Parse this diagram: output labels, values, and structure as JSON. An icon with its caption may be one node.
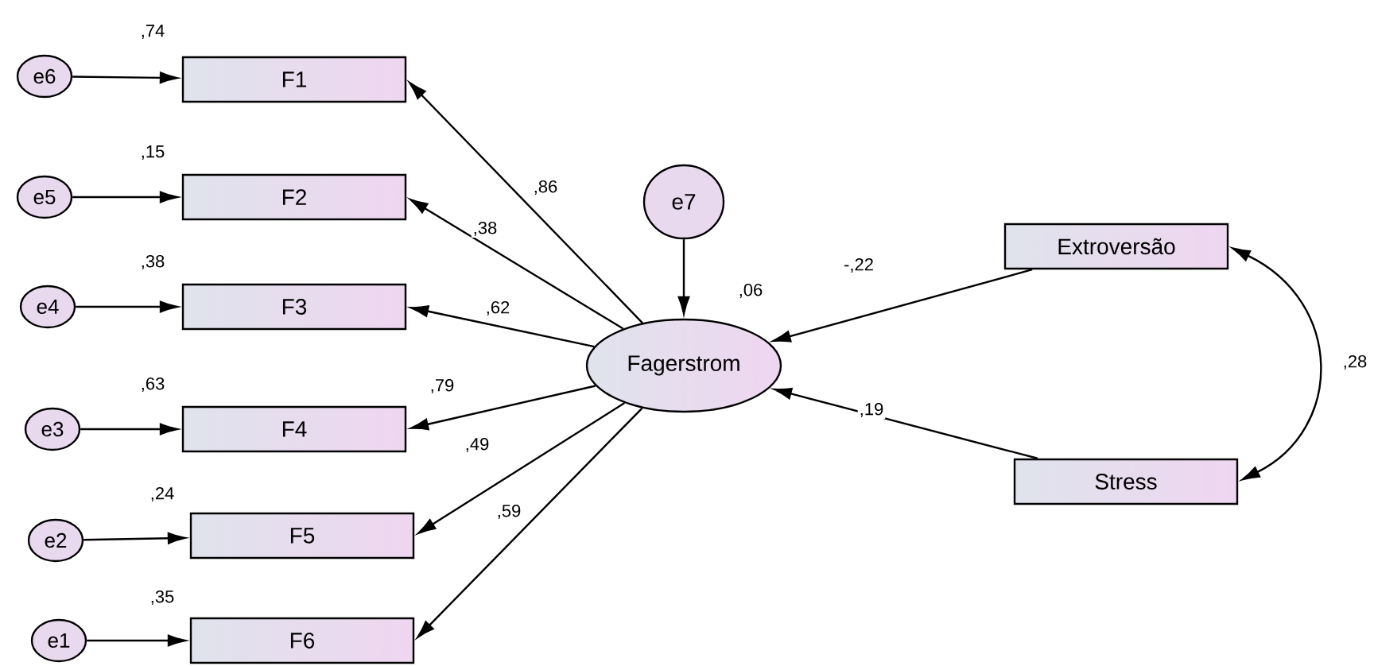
{
  "diagram": {
    "nodes": [
      {
        "text": [
          "e6"
        ]
      },
      {
        "text": [
          "e5"
        ]
      },
      {
        "text": [
          "e4"
        ]
      },
      {
        "text": [
          "e3"
        ]
      },
      {
        "text": [
          "e2"
        ]
      },
      {
        "text": [
          "e1"
        ]
      },
      {
        "text": [
          "F1"
        ],
        "beside": [
          ",74"
        ]
      },
      {
        "text": [
          "F2"
        ],
        "beside": [
          ",15"
        ]
      },
      {
        "text": [
          "F3"
        ],
        "beside": [
          ",38"
        ]
      },
      {
        "text": [
          "F4"
        ],
        "beside": [
          ",63"
        ]
      },
      {
        "text": [
          "F5"
        ],
        "beside": [
          ",24"
        ]
      },
      {
        "text": [
          "F6"
        ],
        "beside": [
          ",35"
        ]
      },
      {
        "text": [
          "e7"
        ]
      },
      {
        "text": [
          "Fagerstrom"
        ],
        "beside": [
          ",06"
        ]
      },
      {
        "text": [
          "Extroversão"
        ]
      },
      {
        "text": [
          "Stress"
        ]
      }
    ],
    "edges": [
      {
        "from": 0,
        "to": 6,
        "arrow": "to"
      },
      {
        "from": 1,
        "to": 7,
        "arrow": "to"
      },
      {
        "from": 2,
        "to": 8,
        "arrow": "to"
      },
      {
        "from": 3,
        "to": 9,
        "arrow": "to"
      },
      {
        "from": 4,
        "to": 10,
        "arrow": "to"
      },
      {
        "from": 5,
        "to": 11,
        "arrow": "to"
      },
      {
        "from": 13,
        "to": 6,
        "arrow": "to",
        "label": ",86"
      },
      {
        "from": 13,
        "to": 7,
        "arrow": "to",
        "label": ",38"
      },
      {
        "from": 13,
        "to": 8,
        "arrow": "to",
        "label": ",62"
      },
      {
        "from": 13,
        "to": 9,
        "arrow": "to",
        "label": ",79"
      },
      {
        "from": 13,
        "to": 10,
        "arrow": "to",
        "label": ",49"
      },
      {
        "from": 13,
        "to": 11,
        "arrow": "to",
        "label": ",59"
      },
      {
        "from": 12,
        "to": 13,
        "arrow": "to"
      },
      {
        "from": 14,
        "to": 13,
        "arrow": "to",
        "label": "-,22"
      },
      {
        "from": 15,
        "to": 13,
        "arrow": "to",
        "label": ",19"
      },
      {
        "from": 14,
        "to": 15,
        "arrow": "both",
        "label": ",28"
      }
    ]
  }
}
